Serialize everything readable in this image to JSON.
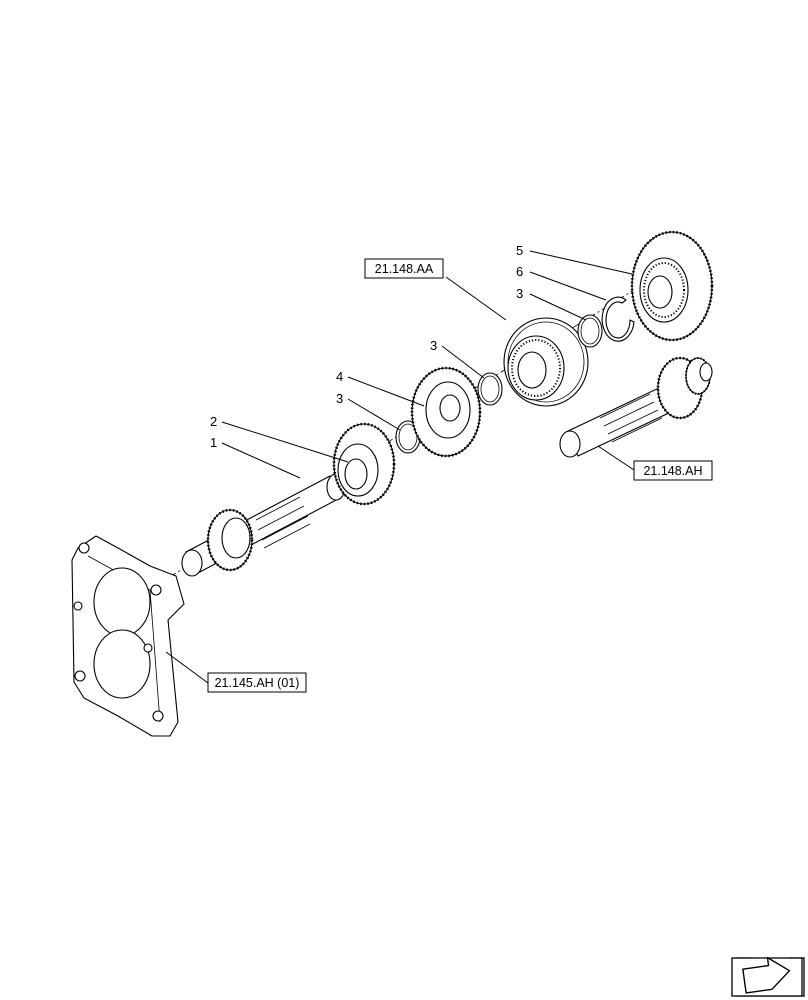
{
  "callouts": {
    "c1": "1",
    "c2": "2",
    "c3a": "3",
    "c3b": "3",
    "c3c": "3",
    "c4": "4",
    "c5": "5",
    "c6": "6"
  },
  "references": {
    "r_148_aa": "21.148.AA",
    "r_148_ah": "21.148.AH",
    "r_145_ah": "21.145.AH (01)"
  },
  "navigation": {
    "icon": "folder-arrow-icon"
  }
}
